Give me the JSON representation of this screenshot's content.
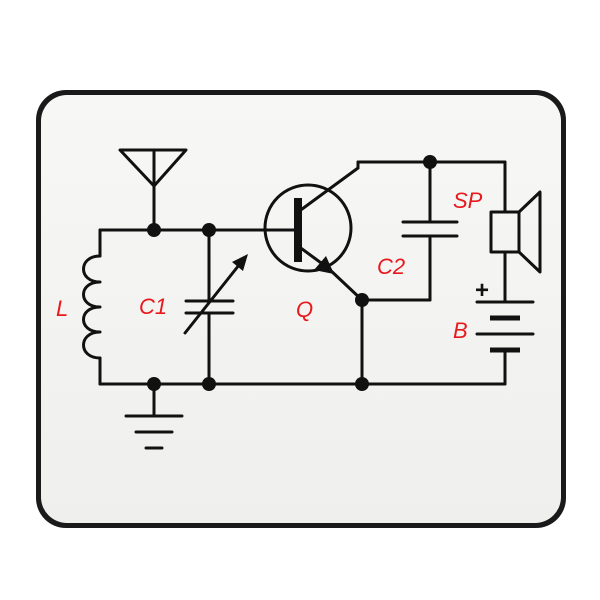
{
  "components": {
    "inductor": {
      "label": "L",
      "color": "#e8181d"
    },
    "variable_capacitor": {
      "label": "C1",
      "color": "#e8181d"
    },
    "transistor": {
      "label": "Q",
      "color": "#e8181d"
    },
    "capacitor": {
      "label": "C2",
      "color": "#e8181d"
    },
    "speaker": {
      "label": "SP",
      "color": "#e8181d"
    },
    "battery": {
      "label": "B",
      "polarity": "+",
      "color": "#e8181d"
    }
  },
  "mat": {
    "background": "#f6f6f4",
    "border": "#1a1a1a"
  }
}
